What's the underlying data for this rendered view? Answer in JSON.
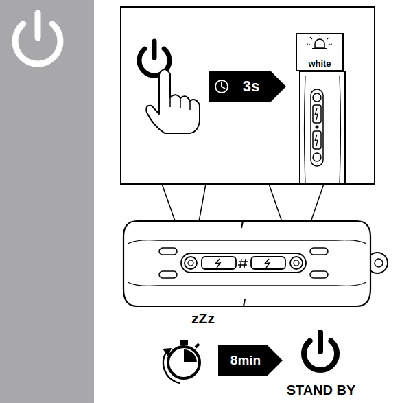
{
  "diagram": {
    "nodes": [
      {
        "text": [
          "3s"
        ]
      },
      {
        "text": [
          "white"
        ]
      },
      {
        "text": [
          "8min"
        ]
      }
    ],
    "labels": [
      "zZz",
      "STAND BY"
    ]
  }
}
